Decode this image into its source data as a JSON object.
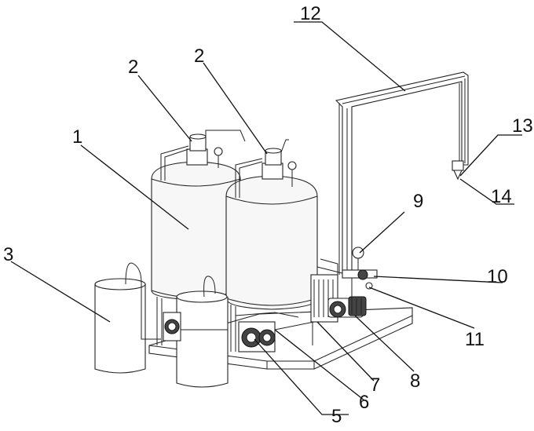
{
  "labels": {
    "l1": "1",
    "l2a": "2",
    "l2b": "2",
    "l3": "3",
    "l5": "5",
    "l6": "6",
    "l7": "7",
    "l8": "8",
    "l9": "9",
    "l10": "10",
    "l11": "11",
    "l12": "12",
    "l13": "13",
    "l14": "14"
  }
}
